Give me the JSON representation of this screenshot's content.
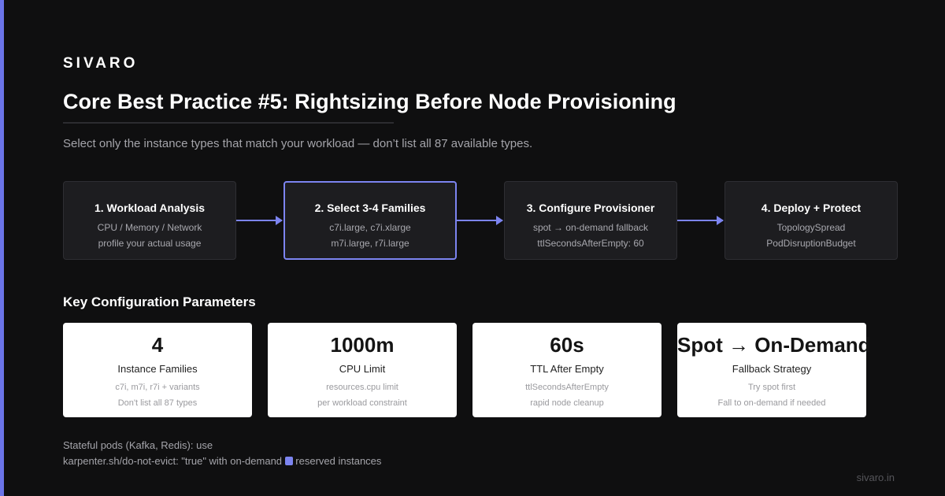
{
  "brand": "SIVARO",
  "title": "Core Best Practice #5: Rightsizing Before Node Provisioning",
  "subtitle": "Select only the instance types that match your workload — don’t list all 87 available types.",
  "steps": [
    {
      "title": "1. Workload Analysis",
      "line1": "CPU / Memory / Network",
      "line2": "profile your actual usage"
    },
    {
      "title": "2. Select 3-4 Families",
      "line1": "c7i.large, c7i.xlarge",
      "line2": "m7i.large, r7i.large"
    },
    {
      "title": "3. Configure Provisioner",
      "line1": "spot → on-demand fallback",
      "line2": "ttlSecondsAfterEmpty: 60"
    },
    {
      "title": "4. Deploy + Protect",
      "line1": "TopologySpread",
      "line2": "PodDisruptionBudget"
    }
  ],
  "section_title": "Key Configuration Parameters",
  "cards": [
    {
      "value": "4",
      "label": "Instance Families",
      "desc1": "c7i, m7i, r7i + variants",
      "desc2": "Don't list all 87 types"
    },
    {
      "value": "1000m",
      "label": "CPU Limit",
      "desc1": "resources.cpu limit",
      "desc2": "per workload constraint"
    },
    {
      "value": "60s",
      "label": "TTL After Empty",
      "desc1": "ttlSecondsAfterEmpty",
      "desc2": "rapid node cleanup"
    },
    {
      "value": "Spot → On-Demand",
      "label": "Fallback Strategy",
      "desc1": "Try spot first",
      "desc2": "Fall to on-demand if needed"
    }
  ],
  "footnote": {
    "line1": "Stateful pods (Kafka, Redis): use",
    "line2_before": "karpenter.sh/do-not-evict: \"true\" with on-demand",
    "line2_after": "reserved instances"
  },
  "site": "sivaro.in",
  "colors": {
    "accent": "#7c84f0",
    "background": "#0f0f10",
    "card": "#ffffff"
  }
}
